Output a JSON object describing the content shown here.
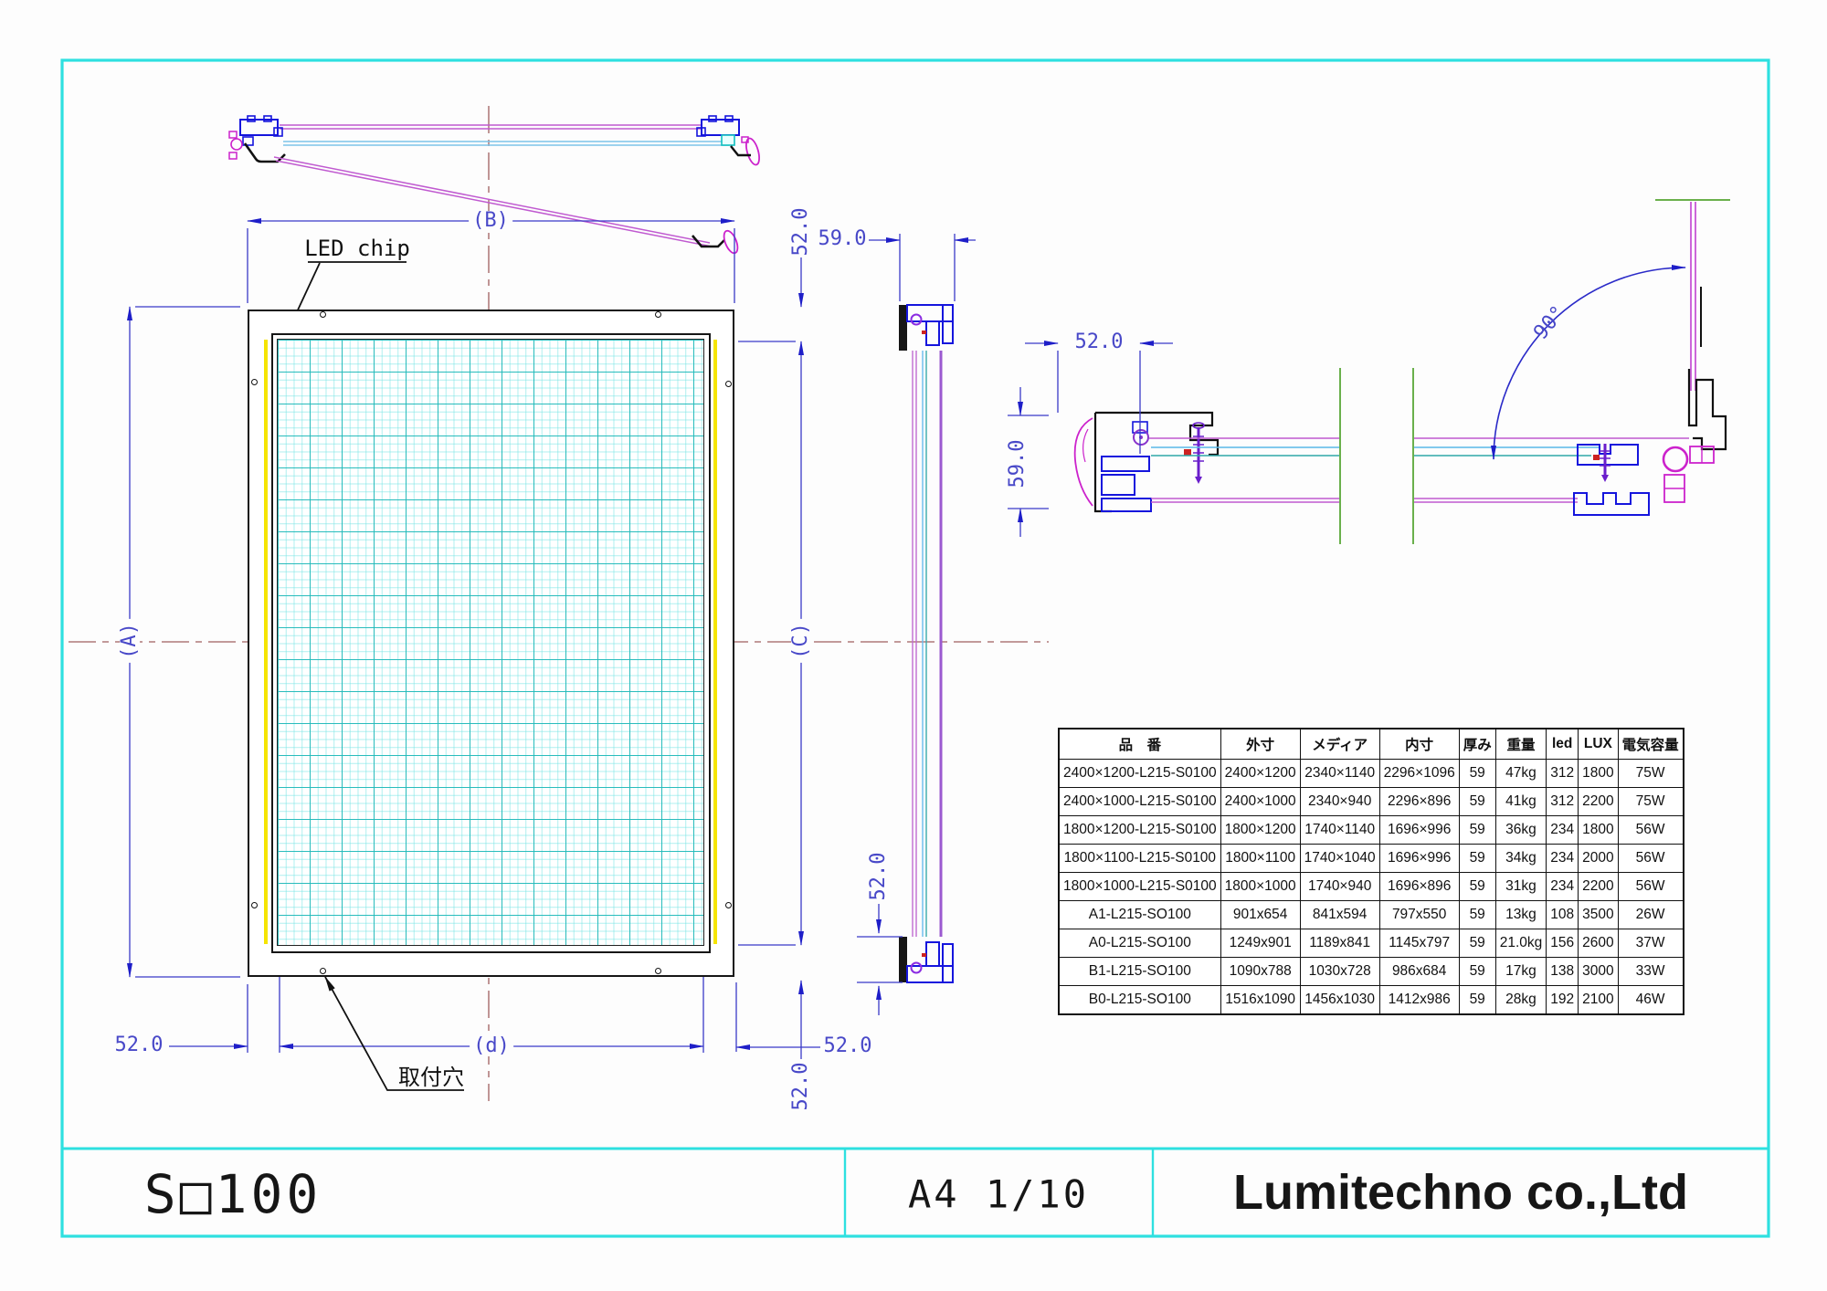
{
  "drawing": {
    "product_name": "S□100",
    "sheet_format": "A4 1/10",
    "company": "Lumitechno co.,Ltd"
  },
  "annotations": {
    "led_chip": "LED chip",
    "mounting_hole": "取付穴",
    "dim_a": "(A)",
    "dim_b": "(B)",
    "dim_c": "(C)",
    "dim_d": "(d)",
    "dim_52": "52.0",
    "dim_59": "59.0",
    "angle_90": "90°"
  },
  "spec_table": {
    "headers": [
      "品　番",
      "外寸",
      "メディア",
      "内寸",
      "厚み",
      "重量",
      "led",
      "LUX",
      "電気容量"
    ],
    "rows": [
      [
        "2400×1200-L215-S0100",
        "2400×1200",
        "2340×1140",
        "2296×1096",
        "59",
        "47kg",
        "312",
        "1800",
        "75W"
      ],
      [
        "2400×1000-L215-S0100",
        "2400×1000",
        "2340×940",
        "2296×896",
        "59",
        "41kg",
        "312",
        "2200",
        "75W"
      ],
      [
        "1800×1200-L215-S0100",
        "1800×1200",
        "1740×1140",
        "1696×996",
        "59",
        "36kg",
        "234",
        "1800",
        "56W"
      ],
      [
        "1800×1100-L215-S0100",
        "1800×1100",
        "1740×1040",
        "1696×996",
        "59",
        "34kg",
        "234",
        "2000",
        "56W"
      ],
      [
        "1800×1000-L215-S0100",
        "1800×1000",
        "1740×940",
        "1696×896",
        "59",
        "31kg",
        "234",
        "2200",
        "56W"
      ],
      [
        "A1-L215-SO100",
        "901x654",
        "841x594",
        "797x550",
        "59",
        "13kg",
        "108",
        "3500",
        "26W"
      ],
      [
        "A0-L215-SO100",
        "1249x901",
        "1189x841",
        "1145x797",
        "59",
        "21.0kg",
        "156",
        "2600",
        "37W"
      ],
      [
        "B1-L215-SO100",
        "1090x788",
        "1030x728",
        "986x684",
        "59",
        "17kg",
        "138",
        "3000",
        "33W"
      ],
      [
        "B0-L215-SO100",
        "1516x1090",
        "1456x1030",
        "1412x986",
        "59",
        "28kg",
        "192",
        "2100",
        "46W"
      ]
    ]
  },
  "colors": {
    "sheet_border": "#2ee0e0",
    "profile_blue": "#1515dd",
    "gasket_magenta": "#cc22cc",
    "thin_magenta": "#c05ad0",
    "thin_cyan": "#5ab8e8",
    "thin_teal": "#2fa8a8",
    "grid_cyan": "#3cd2d2",
    "led_yellow": "#f5e400",
    "centerline_brown": "#a06060",
    "dimension_blue": "#4848c8",
    "wall_green": "#6ab04c"
  }
}
